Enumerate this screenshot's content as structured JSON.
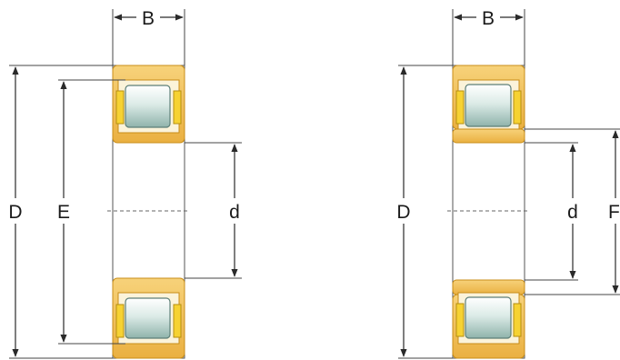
{
  "left_bearing": {
    "labels": {
      "width": "B",
      "outer": "D",
      "raceway": "E",
      "bore": "d"
    }
  },
  "right_bearing": {
    "labels": {
      "width": "B",
      "outer": "D",
      "bore": "d",
      "raceway": "F"
    }
  },
  "colors": {
    "ring": "#f3c15a",
    "ring_dark": "#d99a1e",
    "roller_light": "#eef5f3",
    "roller_dark": "#9dbfb8",
    "line": "#3a3a3a"
  }
}
